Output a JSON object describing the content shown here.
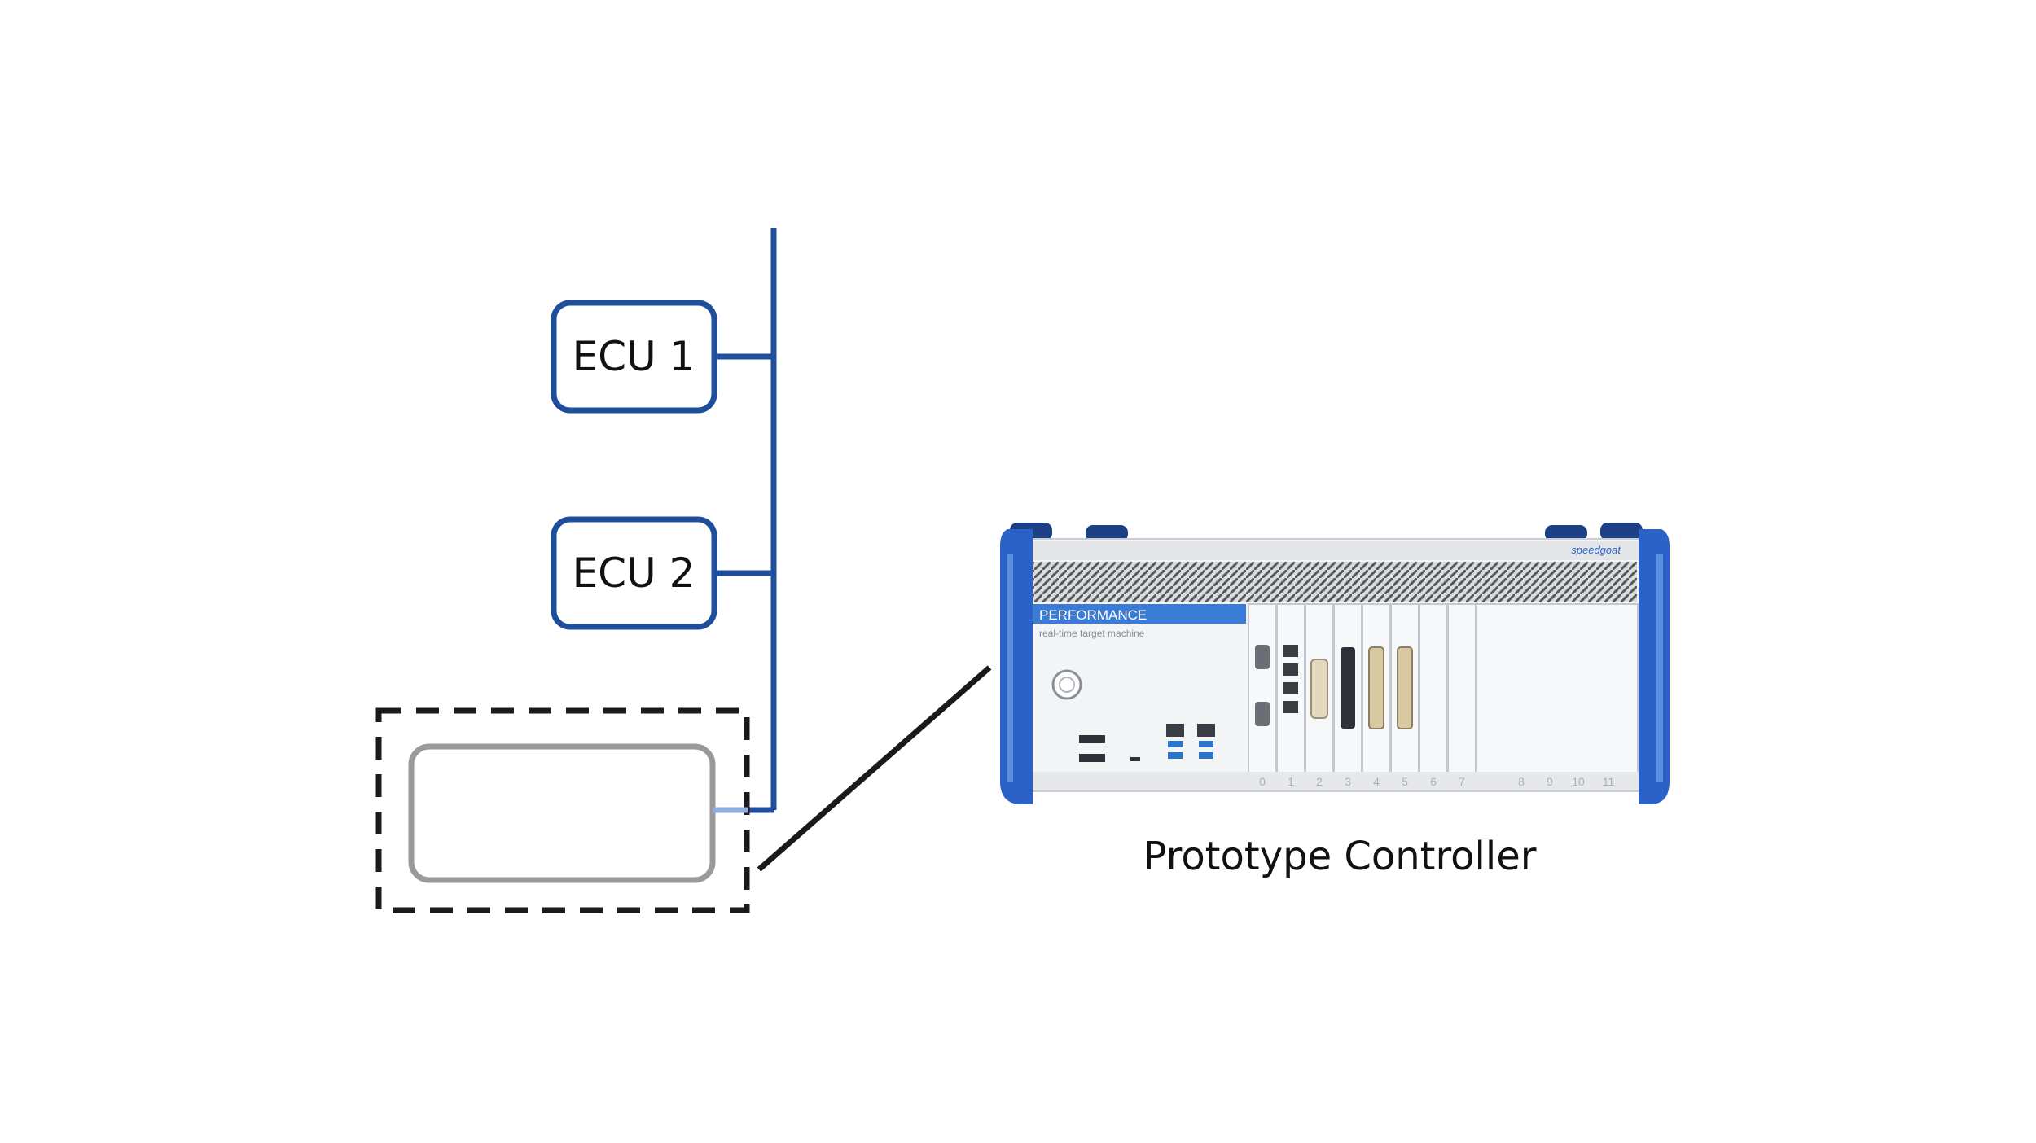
{
  "diagram": {
    "ecus": [
      {
        "label": "ECU 1"
      },
      {
        "label": "ECU 2"
      }
    ],
    "caption": "Prototype Controller",
    "device": {
      "brand": "speedgoat",
      "badge": "PERFORMANCE",
      "subtitle": "real-time target machine",
      "slot_numbers": [
        "0",
        "1",
        "2",
        "3",
        "4",
        "5",
        "6",
        "7",
        "8",
        "9",
        "10",
        "11"
      ]
    },
    "colors": {
      "bus_blue": "#1f4e9c",
      "placeholder_gray": "#9a9a9a",
      "dashed_black": "#1a1a1a",
      "chassis_blue": "#2a62c8"
    }
  }
}
